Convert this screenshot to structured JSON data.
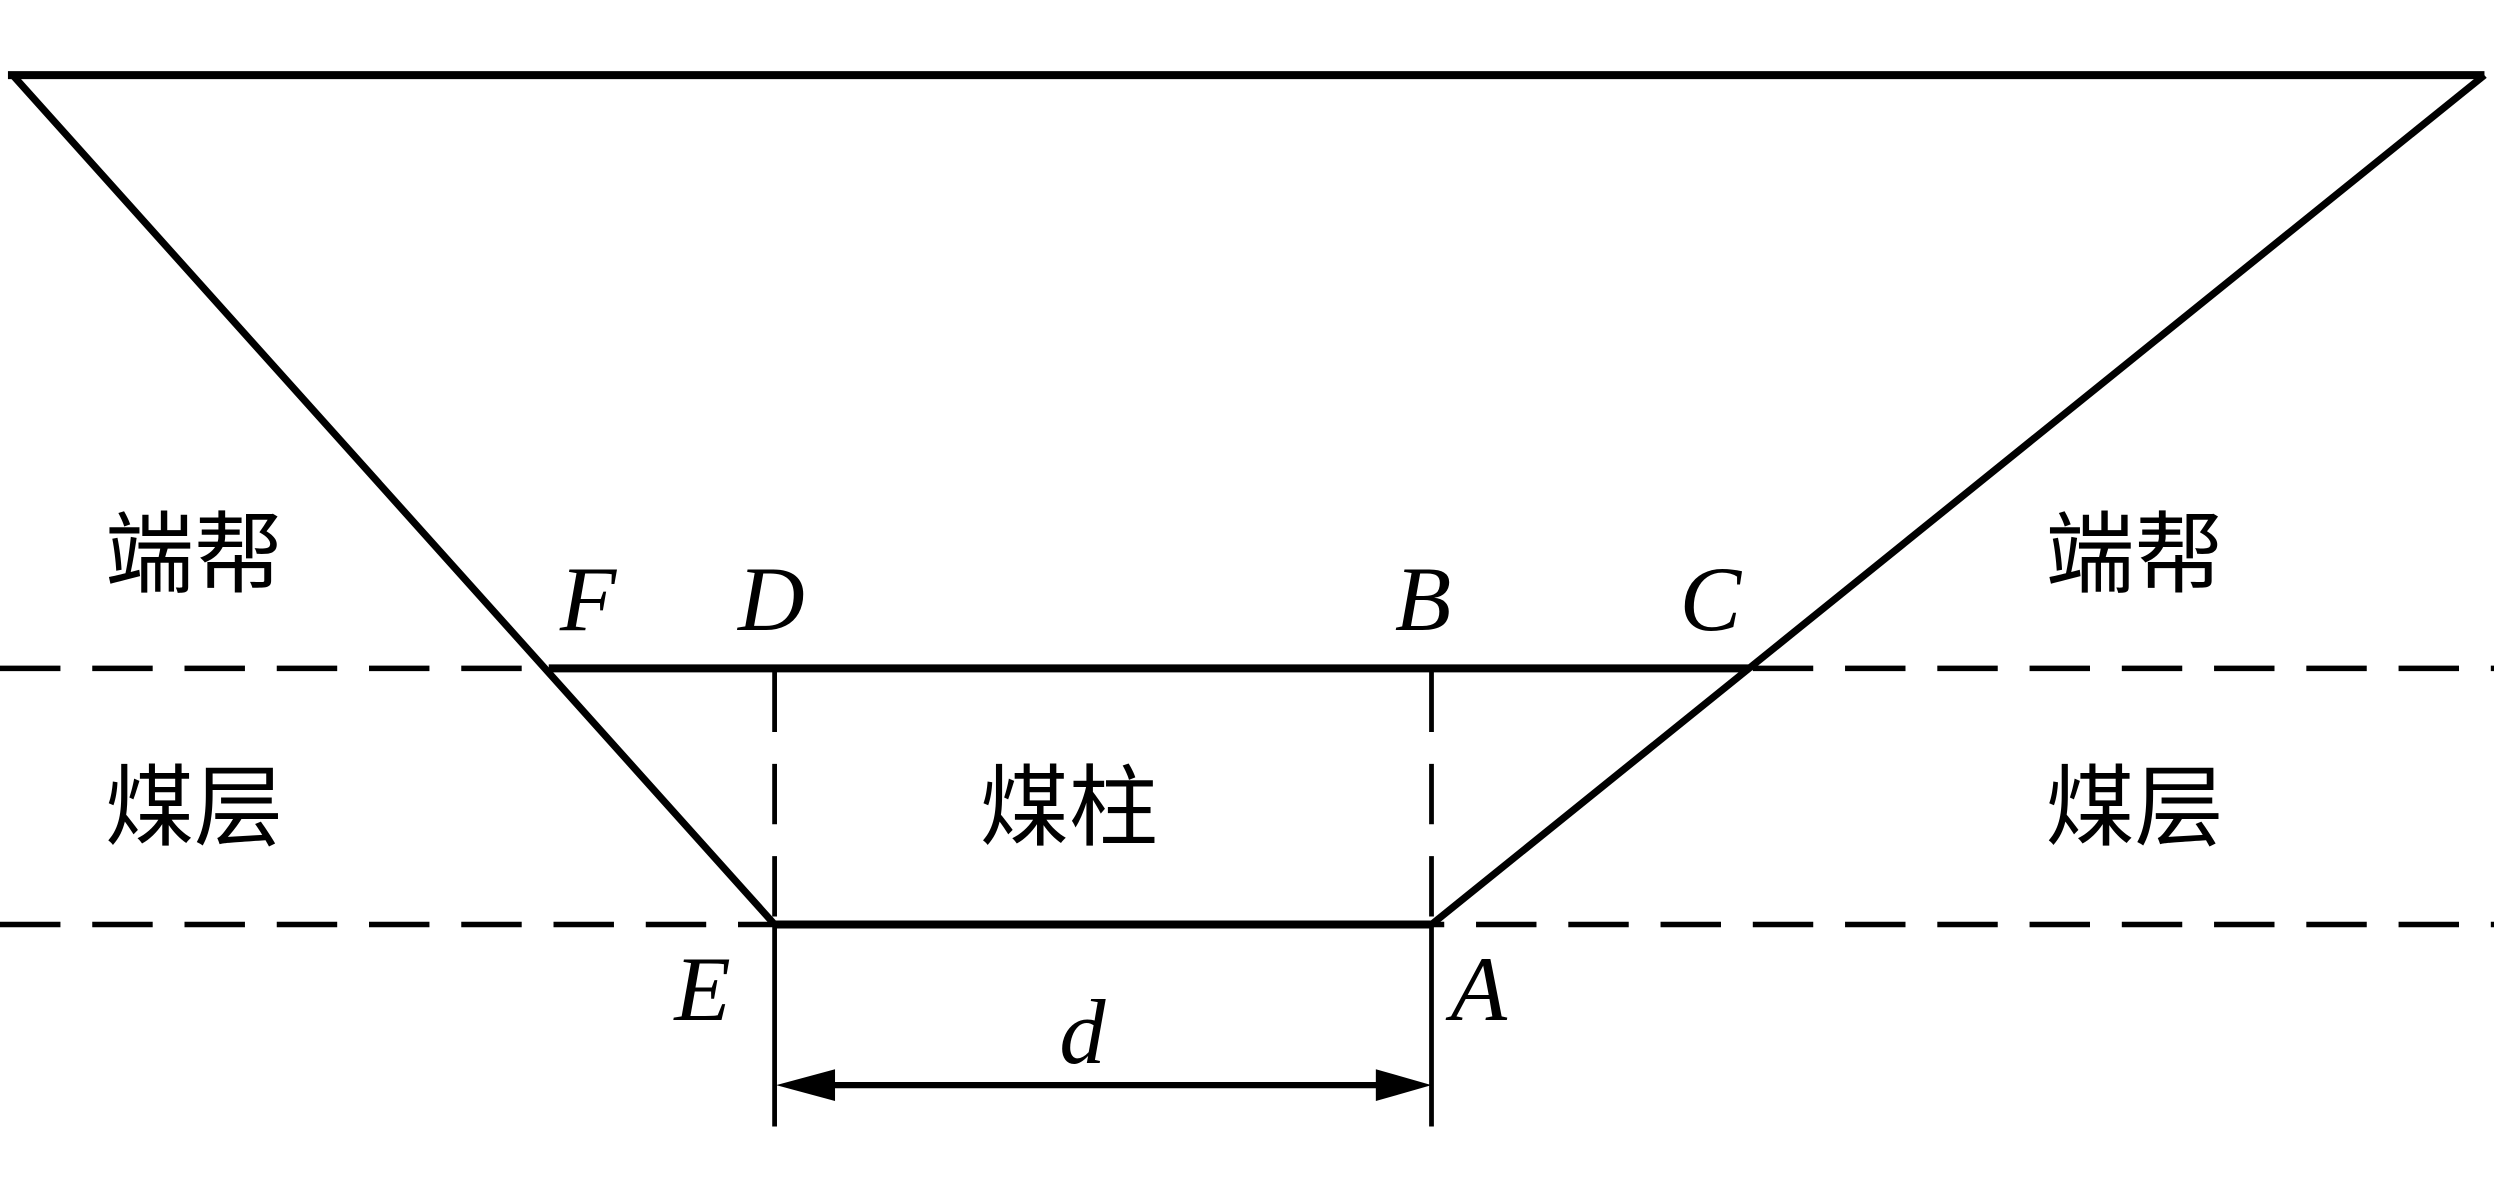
{
  "regions": {
    "end_wall_left": "端帮",
    "end_wall_right": "端帮",
    "coal_seam_left": "煤层",
    "coal_seam_right": "煤层",
    "coal_pillar": "煤柱"
  },
  "points": {
    "A": "A",
    "B": "B",
    "C": "C",
    "D": "D",
    "E": "E",
    "F": "F"
  },
  "dimension": {
    "label": "d"
  },
  "colors": {
    "stroke": "#000000",
    "background": "#ffffff"
  }
}
